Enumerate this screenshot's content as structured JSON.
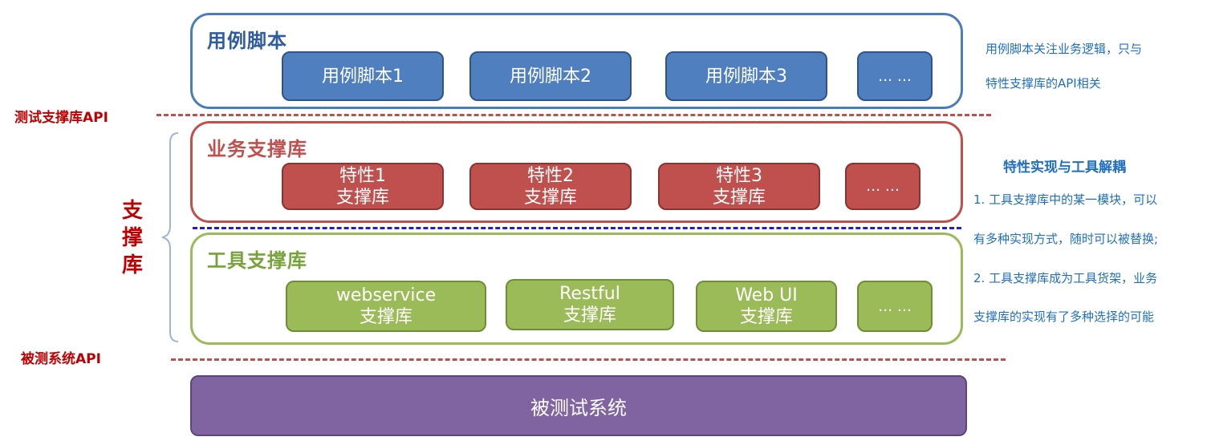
{
  "layers": {
    "scripts": {
      "title": "用例脚本",
      "boxes": [
        {
          "lines": [
            "用例脚本1"
          ]
        },
        {
          "lines": [
            "用例脚本2"
          ]
        },
        {
          "lines": [
            "用例脚本3"
          ]
        },
        {
          "lines": [
            "… …"
          ]
        }
      ]
    },
    "business": {
      "title": "业务支撑库",
      "boxes": [
        {
          "lines": [
            "特性1",
            "支撑库"
          ]
        },
        {
          "lines": [
            "特性2",
            "支撑库"
          ]
        },
        {
          "lines": [
            "特性3",
            "支撑库"
          ]
        },
        {
          "lines": [
            "… …"
          ]
        }
      ]
    },
    "tools": {
      "title": "工具支撑库",
      "boxes": [
        {
          "lines": [
            "webservice",
            "支撑库"
          ]
        },
        {
          "lines": [
            "Restful",
            "支撑库"
          ]
        },
        {
          "lines": [
            "Web UI",
            "支撑库"
          ]
        },
        {
          "lines": [
            "… …"
          ]
        }
      ]
    },
    "system": {
      "label": "被测试系统"
    }
  },
  "boundaries": {
    "test_api": "测试支撑库API",
    "system_api": "被测系统API"
  },
  "support_group": [
    "支",
    "撑",
    "库"
  ],
  "notes": {
    "scripts": [
      "用例脚本关注业务逻辑，只与",
      "特性支撑库的API相关"
    ],
    "decouple_title": "特性实现与工具解耦",
    "decouple_lines": [
      "1. 工具支撑库中的某一模块，可以",
      "有多种实现方式，随时可以被替换;",
      "2. 工具支撑库成为工具货架，业务",
      "支撑库的实现有了多种选择的可能"
    ]
  },
  "colors": {
    "blue_border": "#4a7ebb",
    "red_border": "#c0504d",
    "green_border": "#9bbb59",
    "system_fill": "#8064a2",
    "red_text": "#c00000",
    "note_blue": "#1f6fc0"
  }
}
